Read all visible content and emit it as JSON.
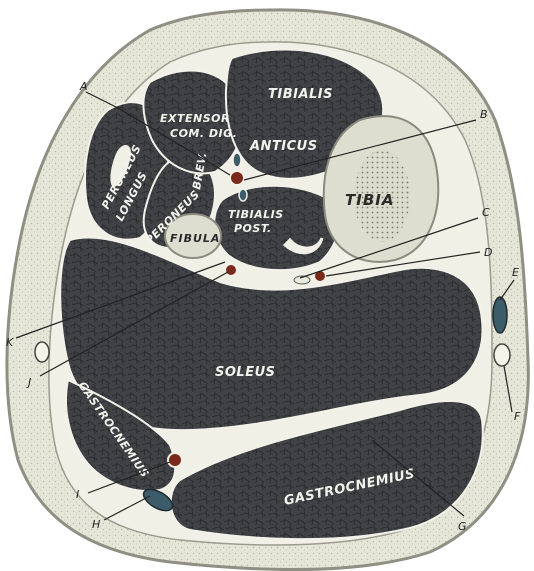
{
  "muscles": {
    "tibialis_anticus_1": "TIBIALIS",
    "tibialis_anticus_2": "ANTICUS",
    "extensor_1": "EXTENSOR",
    "extensor_2": "COM. DIG.",
    "peroneus_longus_1": "PERONEUS",
    "peroneus_longus_2": "LONGUS",
    "peroneus_brevis_1": "PERONEUS",
    "peroneus_brevis_2": "BREV.",
    "tibialis_post_1": "TIBIALIS",
    "tibialis_post_2": "POST.",
    "soleus": "SOLEUS",
    "gastroc_medial": "GASTROCNEMIUS",
    "gastroc_lateral": "GASTROCNEMIUS"
  },
  "bones": {
    "tibia": "TIBIA",
    "fibula": "FIBULA"
  },
  "callouts": [
    "A",
    "B",
    "C",
    "D",
    "E",
    "F",
    "G",
    "H",
    "I",
    "J",
    "K"
  ],
  "colors": {
    "skin_fat": "#e4e4d4",
    "muscle": "#3f4145",
    "bone": "#deded0",
    "artery": "#7a2a1a",
    "vein": "#3d5c6a"
  }
}
